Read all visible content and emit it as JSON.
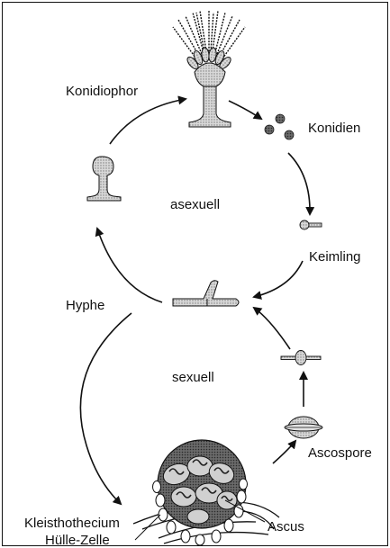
{
  "diagram": {
    "labels": {
      "konidiophor": "Konidiophor",
      "konidien": "Konidien",
      "asexuell": "asexuell",
      "keimling": "Keimling",
      "hyphe": "Hyphe",
      "sexuell": "sexuell",
      "ascospore": "Ascospore",
      "kleistothecium": "Kleisthothecium",
      "ascus": "Ascus",
      "huelle_zelle": "Hülle-Zelle"
    },
    "colors": {
      "line": "#111111",
      "stipple": "#9a9a9a",
      "stipple_dark": "#6e6e6e",
      "ascus_fill": "#555555",
      "spore_dark": "#333333"
    }
  }
}
